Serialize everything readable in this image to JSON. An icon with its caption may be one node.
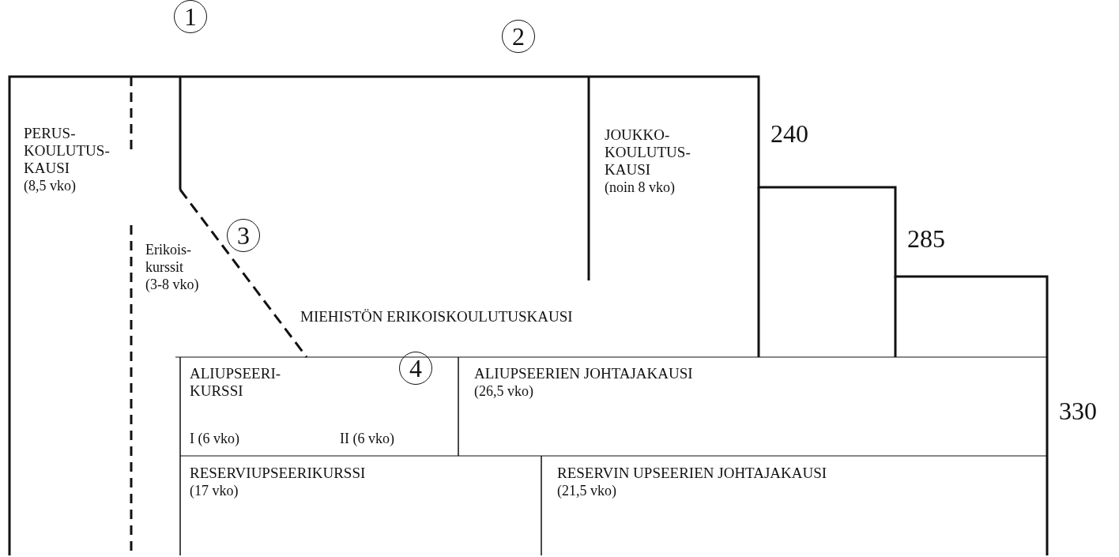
{
  "diagram": {
    "nodes": [
      {
        "text": [
          "PERUS-KOULUTUS-KAUSI",
          "(8,5 vko)"
        ]
      },
      {
        "text": [
          "Erikois-kurssit",
          "(3-8 vko)"
        ]
      },
      {
        "text": [
          "MIEHISTÖN ERIKOISKOULUTUSKAUSI"
        ]
      },
      {
        "text": [
          "JOUKKO-KOULUTUS-KAUSI",
          "(noin 8 vko)"
        ]
      },
      {
        "text": [
          "ALIUPSEERI-KURSSI",
          "I (6 vko)",
          "II (6 vko)"
        ]
      },
      {
        "text": [
          "ALIUPSEERIEN JOHTAJAKAUSI",
          "(26,5 vko)"
        ]
      },
      {
        "text": [
          "RESERVIUPSEERIKURSSI",
          "(17 vko)"
        ]
      },
      {
        "text": [
          "RESERVIN UPSEERIEN JOHTAJAKAUSI",
          "(21,5 vko)"
        ]
      }
    ],
    "labels": [
      "1",
      "2",
      "240",
      "3",
      "285",
      "4",
      "330"
    ]
  }
}
